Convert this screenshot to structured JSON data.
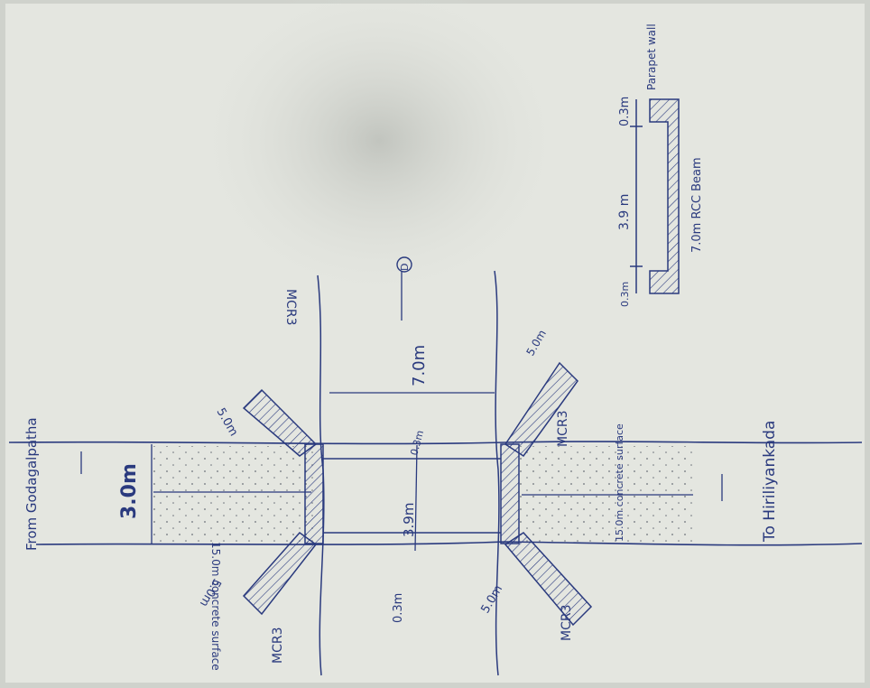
{
  "labels": {
    "from_place": "From Godagalpatha",
    "road_width": "3.0m",
    "left_surface": "15.0m concrete surface",
    "wing_len_tl": "5.0m",
    "wing_len_bl": "5.0m",
    "wing_len_tr": "5.0m",
    "wing_len_br": "5.0m",
    "mcr_tl": "MCR3",
    "mcr_bl": "MCR3",
    "mcr_tr": "MCR3",
    "mcr_br": "MCR3",
    "span_7": "7.0m",
    "clear_39": "3.9m",
    "wall_03_top": "0.3m",
    "wall_03_bottom": "0.3m",
    "right_surface": "15.0m concrete surface",
    "to_place": "To Hiriliyankada",
    "flow_arrow": "D",
    "sec_03_top": "0.3m",
    "sec_39": "3.9 m",
    "sec_03_bottom": "0.3m",
    "parapet": "Parapet wall",
    "rcc_beam": "7.0m RCC Beam"
  },
  "colors": {
    "ink": "#2a3a7e",
    "paper": "#e4e6e0"
  }
}
